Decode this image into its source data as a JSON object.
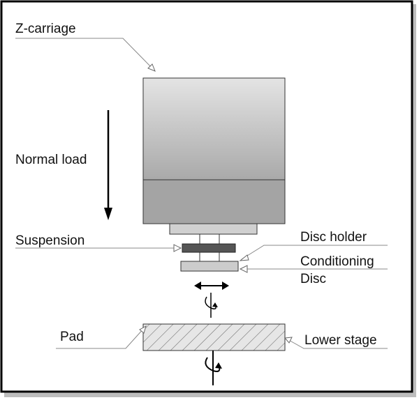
{
  "labels": {
    "z_carriage": "Z-carriage",
    "normal_load": "Normal load",
    "suspension": "Suspension",
    "disc_holder": "Disc holder",
    "conditioning_line1": "Conditioning",
    "conditioning_line2": "Disc",
    "pad": "Pad",
    "lower_stage": "Lower stage"
  },
  "colors": {
    "frame": "#000000",
    "carriage_top_light": "#e2e2e2",
    "carriage_top_dark": "#a8a8a8",
    "carriage_bottom": "#a3a3a3",
    "suspension_plate": "#cfcfcf",
    "disc_holder": "#555555",
    "conditioning_disc": "#cccccc",
    "pad_fill": "#e6e6e6",
    "pad_hatch": "#777777",
    "leader_line": "#888888"
  }
}
